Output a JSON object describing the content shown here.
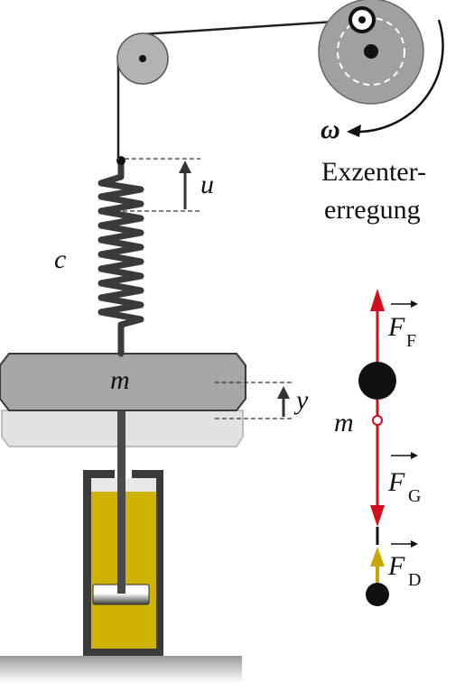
{
  "labels": {
    "u": "u",
    "c": "c",
    "m_block": "m",
    "y": "y",
    "omega": "ω",
    "exzenter_line1": "Exzenter-",
    "exzenter_line2": "erregung",
    "m_fbd": "m",
    "force_F": "F",
    "force_F_sub": "F",
    "force_G": "F",
    "force_G_sub": "G",
    "force_D": "F",
    "force_D_sub": "D"
  },
  "colors": {
    "dark": "#3a3a3a",
    "pulley": "#b3b3b3",
    "mass": "#a6a6a6",
    "mass_shadow": "#e2e2e2",
    "fluid": "#d0b200",
    "ground": "#8c8c8c",
    "force_red": "#d10f1b",
    "force_yellow": "#c7a800"
  },
  "icons": {
    "omega_arrow": "curved-arrow-icon",
    "u_arrow": "up-arrow-icon",
    "y_arrow": "up-arrow-icon"
  }
}
